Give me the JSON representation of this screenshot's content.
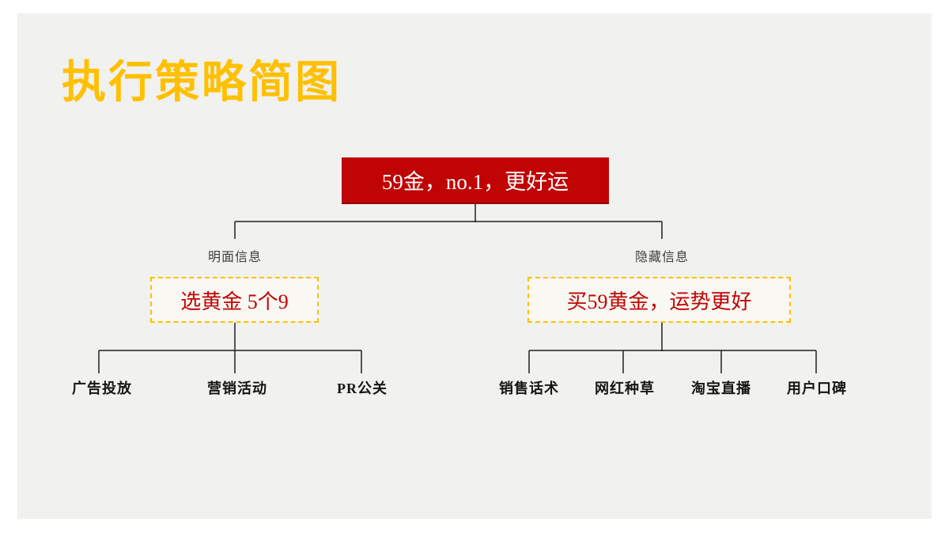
{
  "slide": {
    "title": "执行策略简图",
    "colors": {
      "title_gold": "#FFC000",
      "root_box_red": "#C00404",
      "dashed_border_gold": "#FFC000",
      "strategy_text_red": "#C00404",
      "slide_background": "#F1F1F0",
      "connector_line": "#1F1F1F"
    },
    "tree": {
      "root": {
        "label": "59金，no.1，更好运"
      },
      "branches": [
        {
          "tag": "明面信息",
          "strategy": "选黄金 5个9",
          "leaves": [
            "广告投放",
            "营销活动",
            "PR公关"
          ]
        },
        {
          "tag": "隐藏信息",
          "strategy": "买59黄金，运势更好",
          "leaves": [
            "销售话术",
            "网红种草",
            "淘宝直播",
            "用户口碑"
          ]
        }
      ]
    }
  }
}
